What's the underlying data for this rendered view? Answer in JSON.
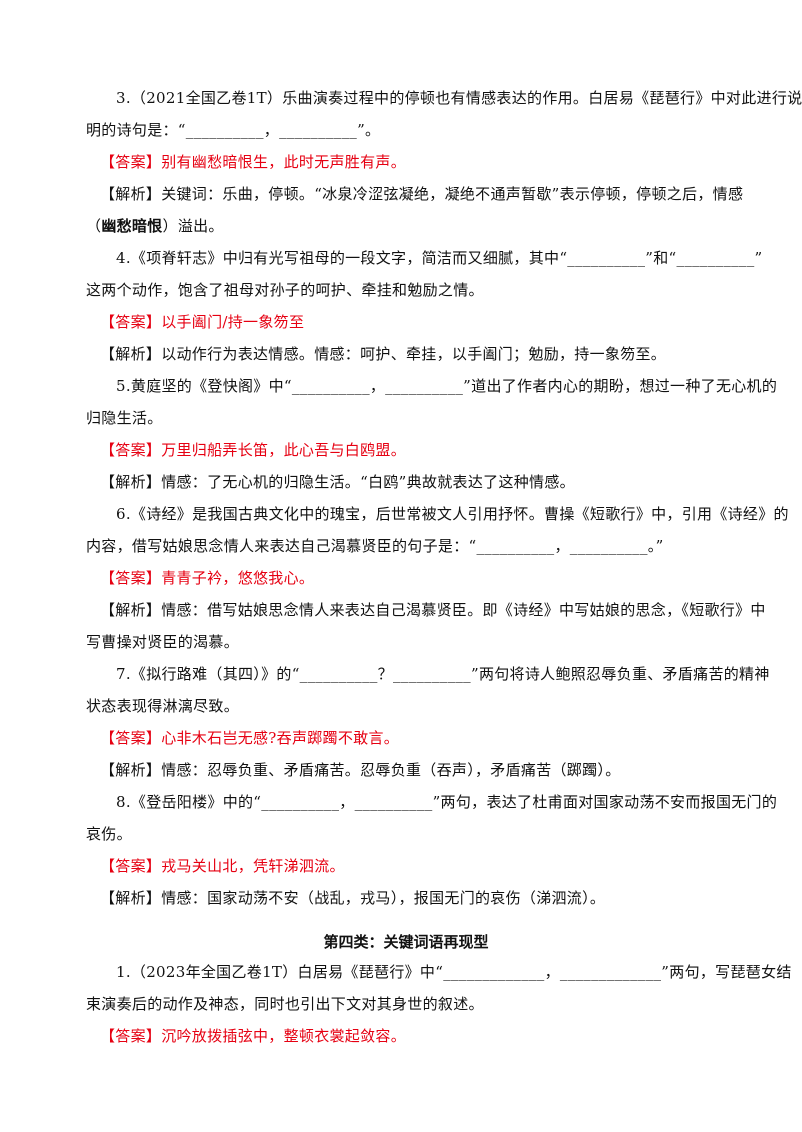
{
  "items": [
    {
      "q1": "3.（2021全国乙卷1T）乐曲演奏过程中的停顿也有情感表达的作用。白居易《琵琶行》中对此进行说",
      "q2": "明的诗句是：“__________，__________”。",
      "answer_tag": "【答案】",
      "answer": "别有幽愁暗恨生，此时无声胜有声。",
      "exp1": "【解析】关键词：乐曲，停顿。“冰泉冷涩弦凝绝，凝绝不通声暂歇”表示停顿，停顿之后，情感",
      "exp2_pre": "（",
      "exp2_kw": "幽愁暗恨",
      "exp2_post": "）溢出。"
    },
    {
      "q1": "4.《项脊轩志》中归有光写祖母的一段文字，简洁而又细腻，其中“__________”和“__________”",
      "q2": "这两个动作，饱含了祖母对孙子的呵护、牵挂和勉励之情。",
      "answer_tag": "【答案】",
      "answer": "以手阖门/持一象笏至",
      "exp1": "【解析】以动作行为表达情感。情感：呵护、牵挂，以手阖门；勉励，持一象笏至。"
    },
    {
      "q1": "5.黄庭坚的《登快阁》中“__________，__________”道出了作者内心的期盼，想过一种了无心机的",
      "q2": "归隐生活。",
      "answer_tag": "【答案】",
      "answer": "万里归船弄长笛，此心吾与白鸥盟。",
      "exp1": "【解析】情感：了无心机的归隐生活。“白鸥”典故就表达了这种情感。"
    },
    {
      "q1": "6.《诗经》是我国古典文化中的瑰宝，后世常被文人引用抒怀。曹操《短歌行》中，引用《诗经》的",
      "q2": "内容，借写姑娘思念情人来表达自己渴慕贤臣的句子是：“__________，__________。”",
      "answer_tag": "【答案】",
      "answer": "青青子衿，悠悠我心。",
      "exp1": "【解析】情感：借写姑娘思念情人来表达自己渴慕贤臣。即《诗经》中写姑娘的思念，《短歌行》中",
      "exp2": "写曹操对贤臣的渴慕。"
    },
    {
      "q1": "7.《拟行路难（其四）》的“__________？__________”两句将诗人鲍照忍辱负重、矛盾痛苦的精神",
      "q2": "状态表现得淋漓尽致。",
      "answer_tag": "【答案】",
      "answer": "心非木石岂无感?吞声踯躅不敢言。",
      "exp1": "【解析】情感：忍辱负重、矛盾痛苦。忍辱负重（吞声），矛盾痛苦（踯躅）。"
    },
    {
      "q1": "8.《登岳阳楼》中的“__________，__________”两句，表达了杜甫面对国家动荡不安而报国无门的",
      "q2": "哀伤。",
      "answer_tag": "【答案】",
      "answer": "戎马关山北，凭轩涕泗流。",
      "exp1": "【解析】情感：国家动荡不安（战乱，戎马），报国无门的哀伤（涕泗流）。"
    }
  ],
  "section_title": "第四类：关键词语再现型",
  "section_items": [
    {
      "q1": "1.（2023年全国乙卷1T）白居易《琵琶行》中“_____________，_____________”两句，写琵琶女结",
      "q2": "束演奏后的动作及神态，同时也引出下文对其身世的叙述。",
      "answer_tag": "【答案】",
      "answer": "沉吟放拨插弦中，整顿衣裳起敛容。"
    }
  ]
}
